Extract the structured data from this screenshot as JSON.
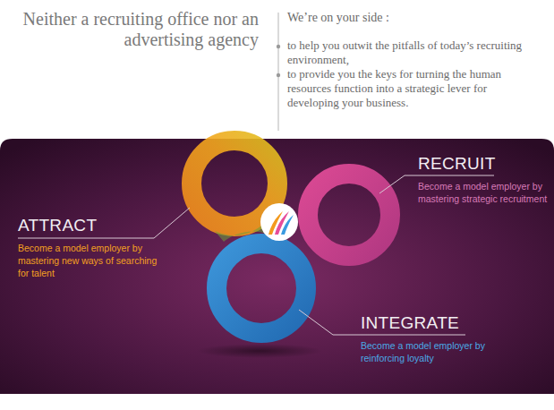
{
  "diagram": {
    "title": "Neither a recruiting office nor an advertising agency",
    "labels": [
      "We’re on your side :",
      "to help you outwit the pitfalls of today’s recruiting environment,",
      "to provide you the keys for turning the human resources function into a strategic lever for developing your business.",
      "ATTRACT",
      "Become a model employer by mastering new ways of searching for talent",
      "RECRUIT",
      "Become a model employer by mastering strategic recruitment",
      "INTEGRATE",
      "Become a model employer by reinforcing loyalty"
    ]
  }
}
